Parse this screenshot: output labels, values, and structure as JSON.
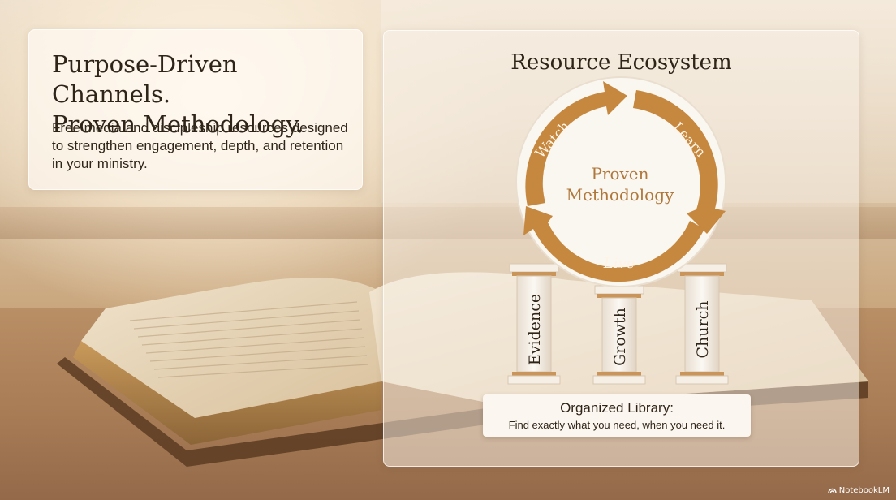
{
  "hero": {
    "headline_line1": "Purpose-Driven Channels.",
    "headline_line2": "Proven Methodology.",
    "description": "Free media and discipleship resources designed to strengthen engagement, depth, and retention in your ministry."
  },
  "ecosystem": {
    "title": "Resource Ecosystem",
    "cycle": {
      "center_line1": "Proven",
      "center_line2": "Methodology",
      "steps": [
        "Watch",
        "Learn",
        "Live"
      ]
    },
    "pillars": [
      "Evidence",
      "Growth",
      "Church"
    ],
    "library": {
      "title": "Organized Library:",
      "subtitle": "Find exactly what you need, when you need it."
    }
  },
  "branding": {
    "name": "NotebookLM"
  },
  "colors": {
    "accent": "#c6873f",
    "text": "#2f2418"
  }
}
